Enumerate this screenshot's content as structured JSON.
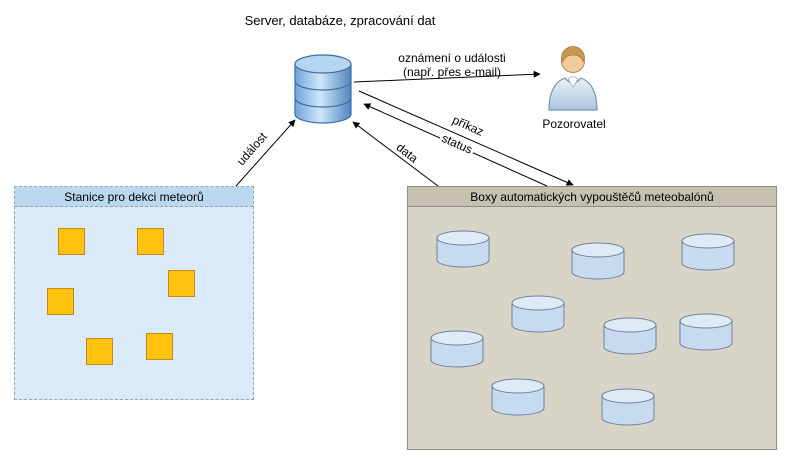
{
  "title": "Server, databáze, zpracování dat",
  "server": {
    "name": "database"
  },
  "actor": {
    "label": "Pozorovatel"
  },
  "connectors": {
    "notification": {
      "line1": "oznámení o události",
      "line2": "(např. přes e-mail)"
    },
    "event": {
      "label": "událost"
    },
    "data": {
      "label": "data"
    },
    "command": {
      "label": "příkaz"
    },
    "status": {
      "label": "status"
    }
  },
  "left_box": {
    "title": "Stanice pro dekci meteorů",
    "marker_count": 6
  },
  "right_box": {
    "title": "Boxy automatických vypouštěčů meteobalónů",
    "cylinder_count": 9
  },
  "colors": {
    "station_marker": "#FFC20E",
    "station_box_bg": "#DAEAF8",
    "station_box_header": "#BCD8F1",
    "balloon_box_bg": "#D9D5C6",
    "balloon_box_header": "#C6C1AE",
    "cylinder_fill": "#C8DAF0",
    "database_fill": "#9FC5E8",
    "arrow": "#000000"
  }
}
